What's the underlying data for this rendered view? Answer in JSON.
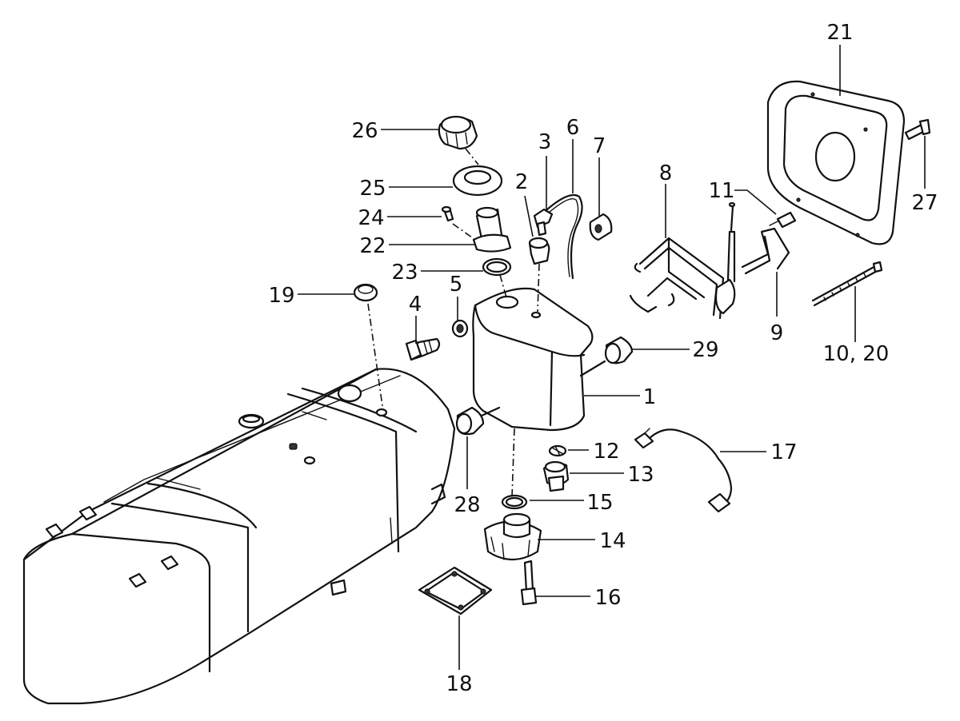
{
  "callouts": {
    "c1": "1",
    "c2": "2",
    "c3": "3",
    "c4": "4",
    "c5": "5",
    "c6": "6",
    "c7": "7",
    "c8": "8",
    "c9": "9",
    "c10_20": "10, 20",
    "c11": "11",
    "c12": "12",
    "c13": "13",
    "c14": "14",
    "c15": "15",
    "c16": "16",
    "c17": "17",
    "c18": "18",
    "c19": "19",
    "c21": "21",
    "c22": "22",
    "c23": "23",
    "c24": "24",
    "c25": "25",
    "c26": "26",
    "c27": "27",
    "c28": "28",
    "c29": "29"
  }
}
